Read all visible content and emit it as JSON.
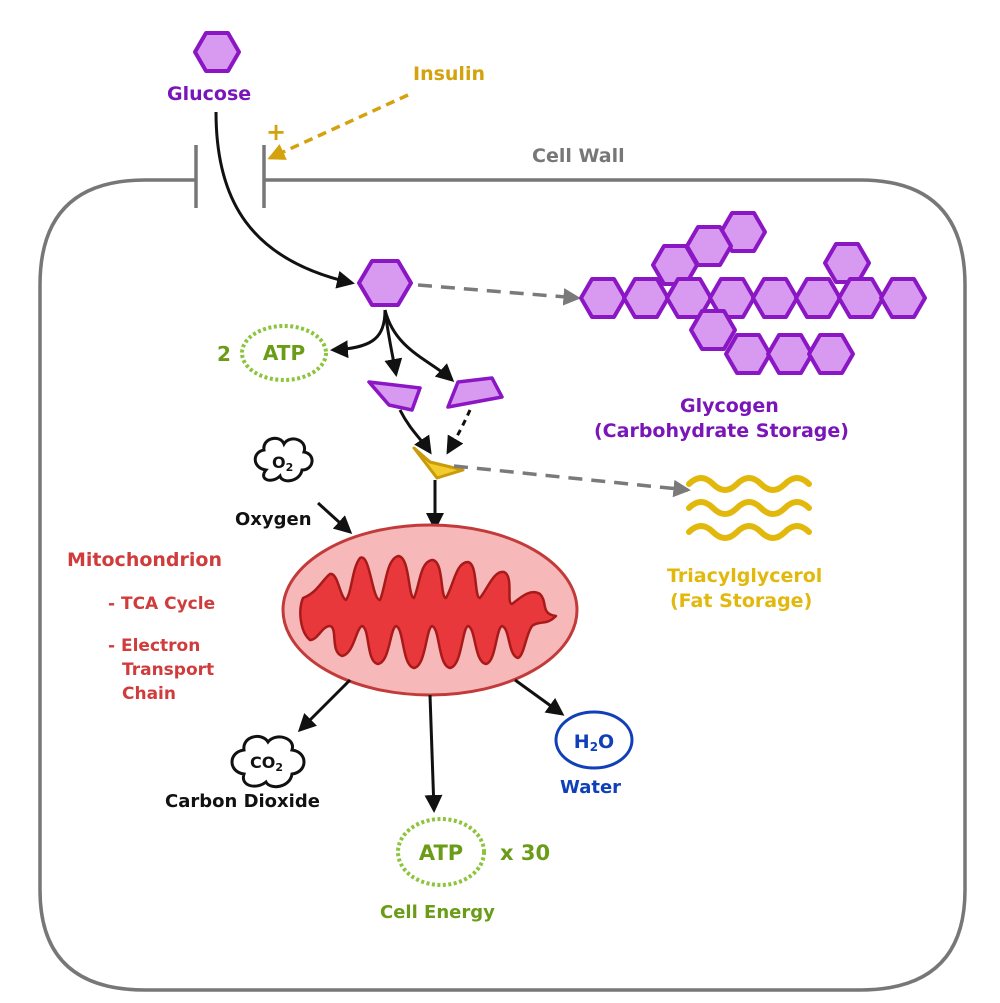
{
  "labels": {
    "glucose": "Glucose",
    "insulin": "Insulin",
    "plus": "+",
    "cell_wall": "Cell Wall",
    "atp_small_count": "2",
    "atp": "ATP",
    "glycogen": "Glycogen",
    "glycogen_sub": "(Carbohydrate Storage)",
    "triacylglycerol": "Triacylglycerol",
    "triacylglycerol_sub": "(Fat Storage)",
    "o2_formula_main": "O",
    "o2_formula_sub": "2",
    "oxygen": "Oxygen",
    "mitochondrion": "Mitochondrion",
    "tca_cycle": "- TCA Cycle",
    "etc_line1": "- Electron",
    "etc_line2": "Transport",
    "etc_line3": "Chain",
    "co2_formula_main": "CO",
    "co2_formula_sub": "2",
    "carbon_dioxide": "Carbon Dioxide",
    "h2o_formula_h": "H",
    "h2o_formula_sub": "2",
    "h2o_formula_o": "O",
    "water": "Water",
    "atp_big": "ATP",
    "atp_multiplier": "x 30",
    "cell_energy": "Cell Energy"
  },
  "colors": {
    "glucose_purple": "#8a16c4",
    "glucose_fill": "#d89af0",
    "insulin_gold": "#d4a20c",
    "fat_yellow": "#e2b80c",
    "atp_green": "#8cc43c",
    "mito_outer": "#f6b8b8",
    "mito_inner": "#e8383c",
    "mito_label_red": "#d03c3c",
    "water_blue": "#1040b8",
    "cell_wall_gray": "#777777"
  },
  "icons": [
    "hexagon-glucose-icon",
    "glycogen-chain-icon",
    "triose-fragment-icon",
    "lipid-wave-icon",
    "cloud-icon",
    "mitochondrion-icon",
    "atp-ring-icon"
  ]
}
